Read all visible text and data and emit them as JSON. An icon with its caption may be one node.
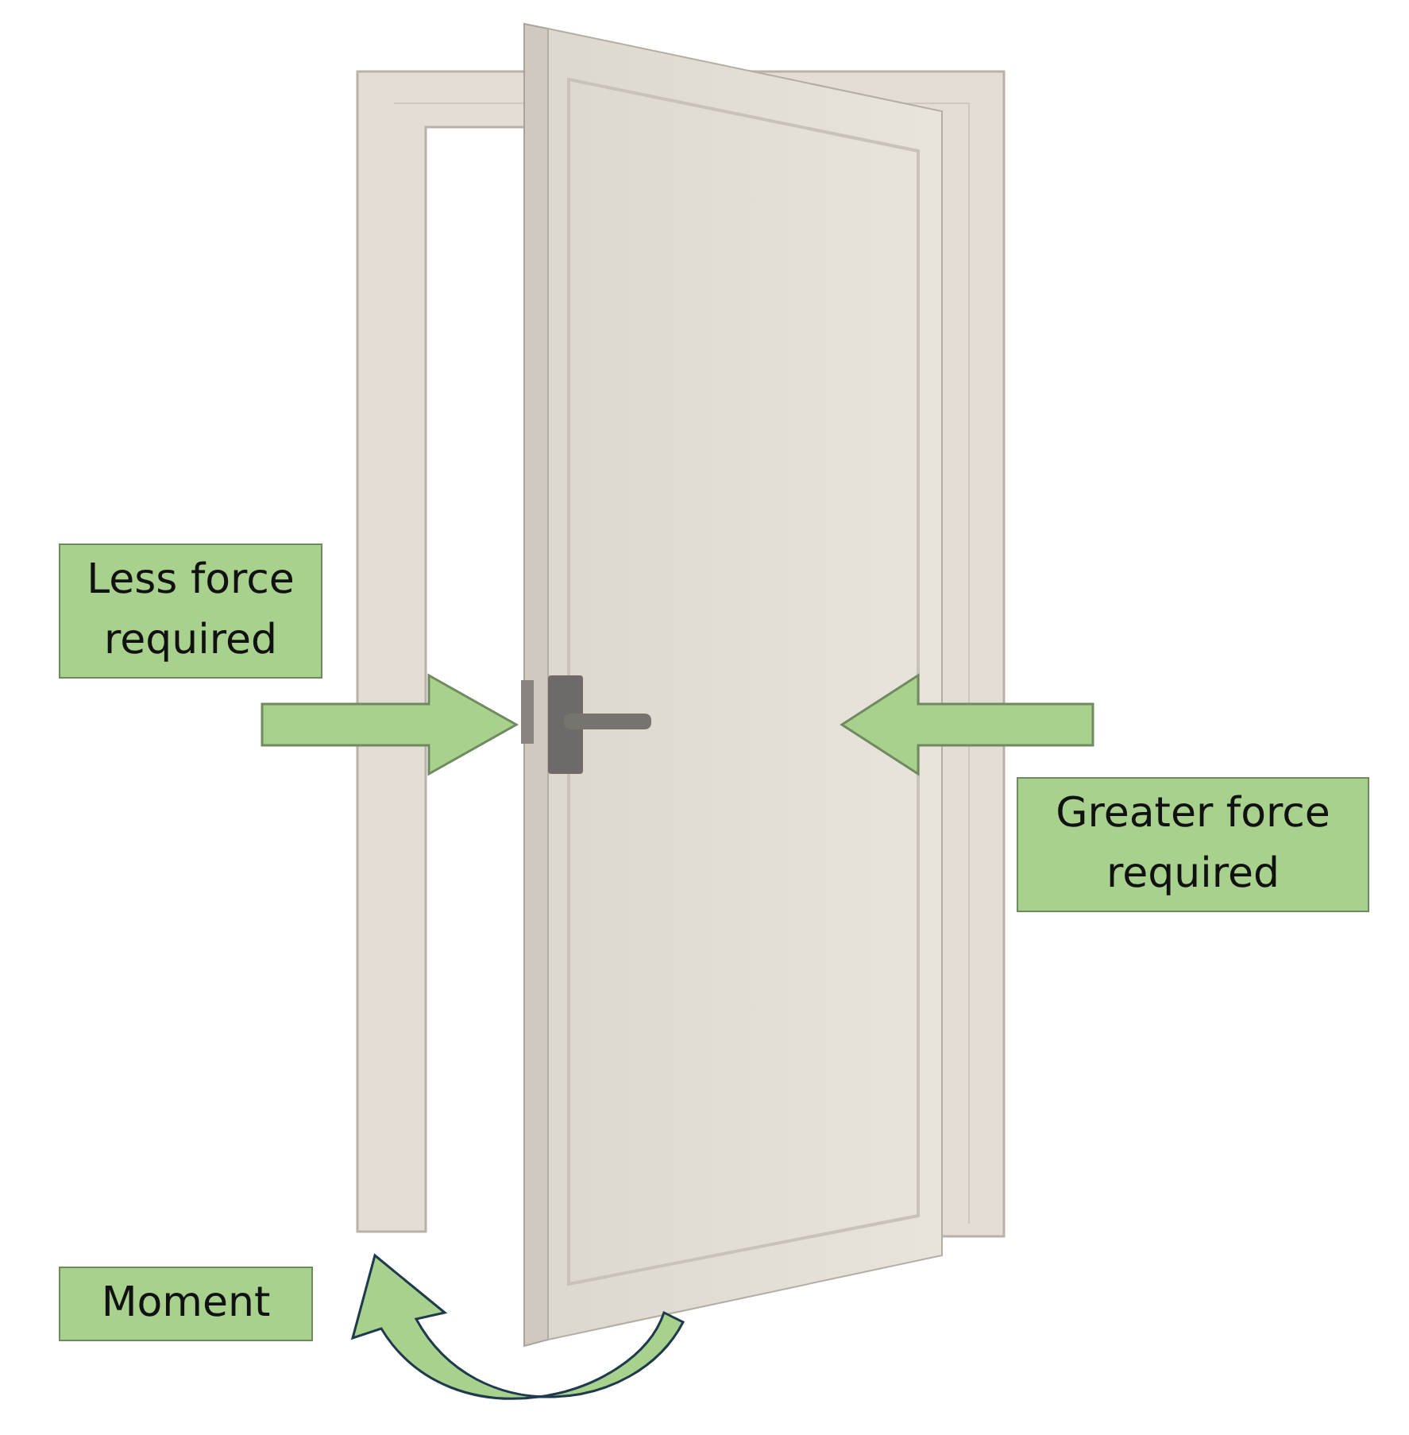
{
  "diagram": {
    "nodes": [
      {
        "text": [
          "Less force required"
        ]
      },
      {
        "text": [
          "Greater force required"
        ]
      },
      {
        "text": [
          "Moment"
        ]
      }
    ]
  }
}
